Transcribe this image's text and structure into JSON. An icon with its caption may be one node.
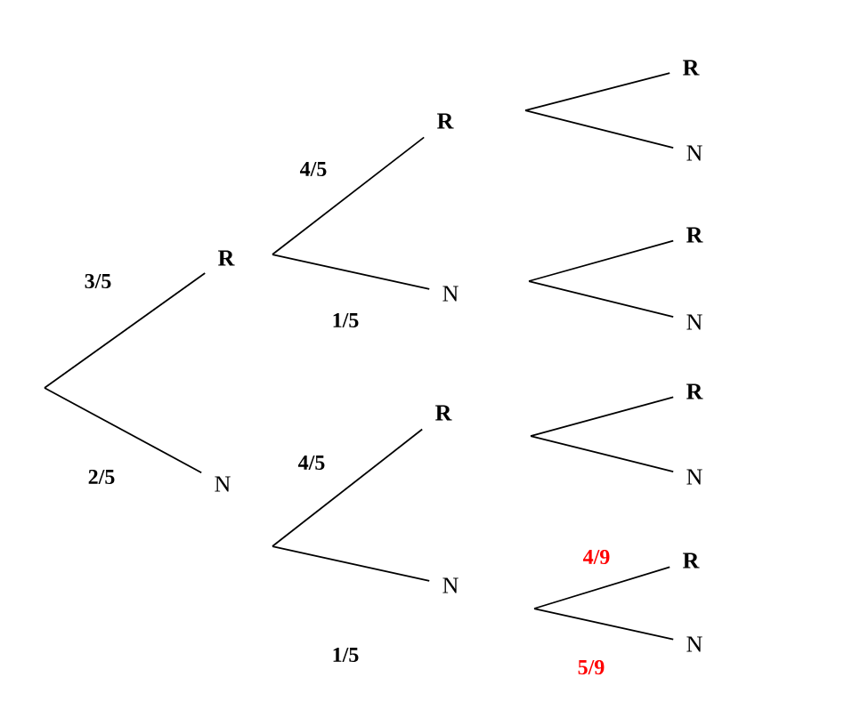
{
  "diagram": {
    "nodes": [
      {
        "text": [
          "R"
        ]
      },
      {
        "text": [
          "N"
        ]
      },
      {
        "text": [
          "R"
        ]
      },
      {
        "text": [
          "N"
        ]
      },
      {
        "text": [
          "R"
        ]
      },
      {
        "text": [
          "N"
        ]
      },
      {
        "text": [
          "R"
        ]
      },
      {
        "text": [
          "N"
        ]
      },
      {
        "text": [
          "R"
        ]
      },
      {
        "text": [
          "N"
        ]
      },
      {
        "text": [
          "R"
        ]
      },
      {
        "text": [
          "N"
        ]
      },
      {
        "text": [
          "R"
        ]
      },
      {
        "text": [
          "N"
        ]
      }
    ],
    "edges": [
      {
        "from": null,
        "to": 0,
        "arrow": "none",
        "label": "3/5"
      },
      {
        "from": null,
        "to": 1,
        "arrow": "none",
        "label": "2/5"
      },
      {
        "from": 0,
        "to": 2,
        "arrow": "none",
        "label": "4/5"
      },
      {
        "from": 0,
        "to": 3,
        "arrow": "none",
        "label": "1/5"
      },
      {
        "from": 1,
        "to": 4,
        "arrow": "none",
        "label": "4/5"
      },
      {
        "from": 1,
        "to": 5,
        "arrow": "none",
        "label": "1/5"
      },
      {
        "from": 2,
        "to": 6,
        "arrow": "none"
      },
      {
        "from": 2,
        "to": 7,
        "arrow": "none"
      },
      {
        "from": 3,
        "to": 8,
        "arrow": "none"
      },
      {
        "from": 3,
        "to": 9,
        "arrow": "none"
      },
      {
        "from": 4,
        "to": 10,
        "arrow": "none"
      },
      {
        "from": 4,
        "to": 11,
        "arrow": "none"
      },
      {
        "from": 5,
        "to": 12,
        "arrow": "none",
        "label": "4/9"
      },
      {
        "from": 5,
        "to": 13,
        "arrow": "none",
        "label": "5/9"
      }
    ]
  }
}
